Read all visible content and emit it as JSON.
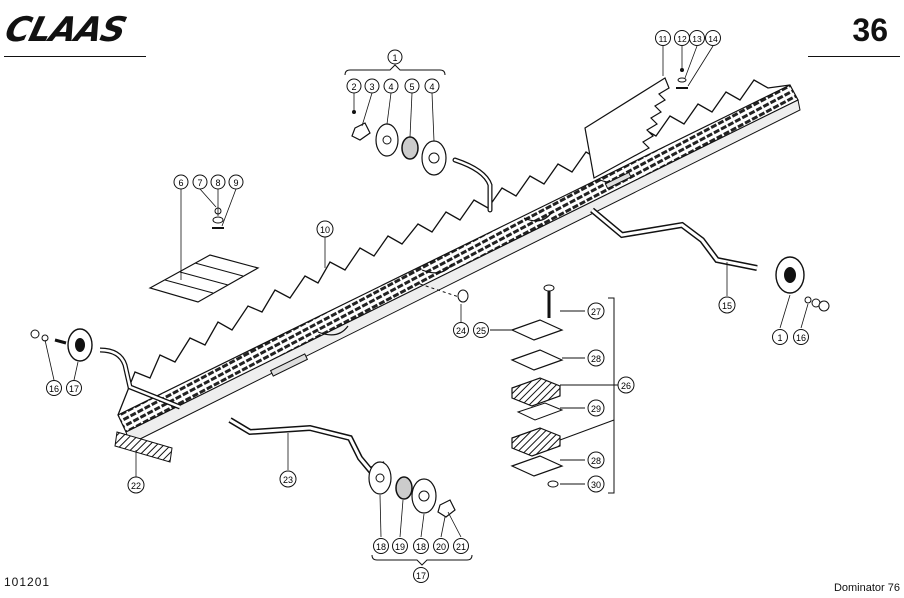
{
  "header": {
    "brand": "CLAAS",
    "page_number": "36"
  },
  "footer": {
    "drawing_code": "101201",
    "model": "Dominator 76"
  },
  "callouts": [
    "1",
    "2",
    "3",
    "4",
    "5",
    "4",
    "6",
    "7",
    "8",
    "9",
    "10",
    "11",
    "12",
    "13",
    "14",
    "15",
    "1",
    "16",
    "16",
    "17",
    "22",
    "23",
    "24",
    "25",
    "27",
    "28",
    "26",
    "29",
    "28",
    "30",
    "18",
    "19",
    "18",
    "20",
    "21",
    "17"
  ]
}
